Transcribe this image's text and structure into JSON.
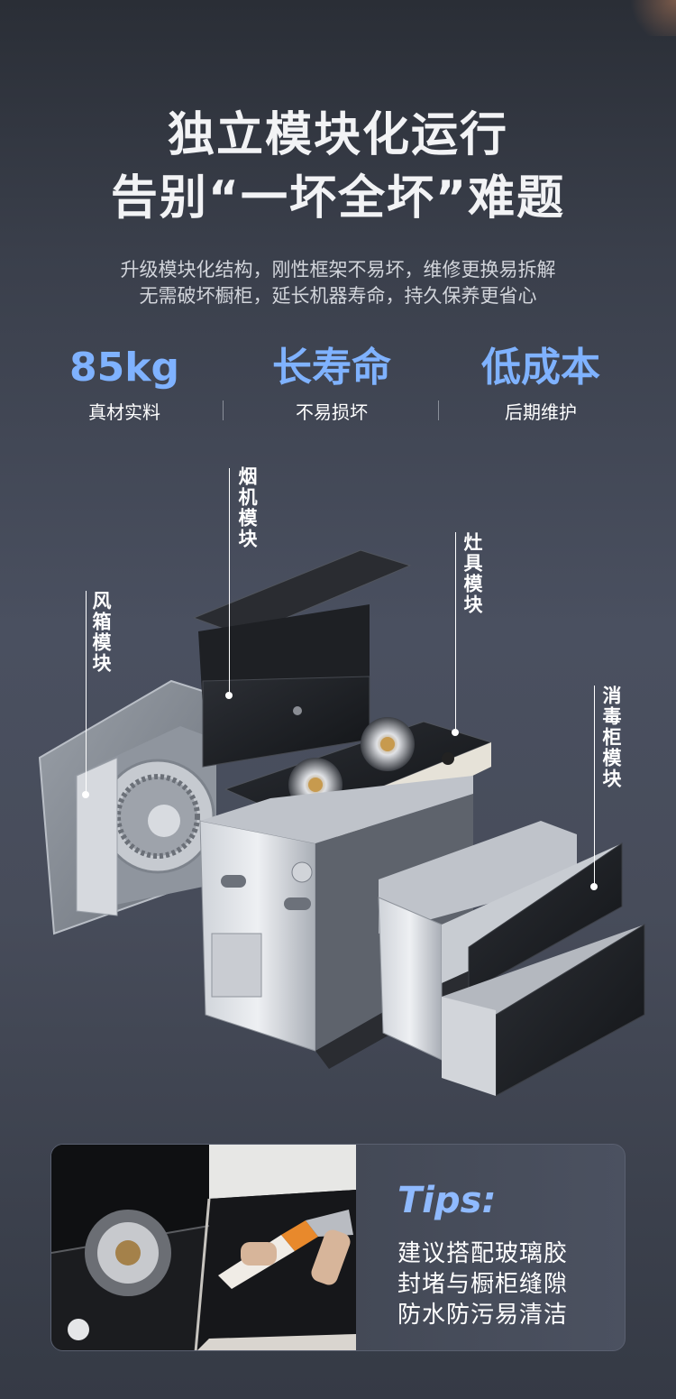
{
  "headline": {
    "line1": "独立模块化运行",
    "line2": "告别“一坏全坏”难题"
  },
  "subtitle": {
    "line1": "升级模块化结构，刚性框架不易坏，维修更换易拆解",
    "line2": "无需破坏橱柜，延长机器寿命，持久保养更省心"
  },
  "stats": [
    {
      "value": "85kg",
      "label": "真材实料"
    },
    {
      "value": "长寿命",
      "label": "不易损坏"
    },
    {
      "value": "低成本",
      "label": "后期维护"
    }
  ],
  "modules": {
    "hood": "烟机模块",
    "fan": "风箱模块",
    "stove": "灶具模块",
    "sterilizer": "消毒柜模块"
  },
  "tips": {
    "title": "Tips:",
    "line1": "建议搭配玻璃胶",
    "line2": "封堵与橱柜缝隙",
    "line3": "防水防污易清洁"
  },
  "colors": {
    "accent_blue": "#7fb2ff",
    "tips_title": "#8fbaff",
    "background_top": "#2a2e36",
    "background_mid": "#4a5060"
  }
}
